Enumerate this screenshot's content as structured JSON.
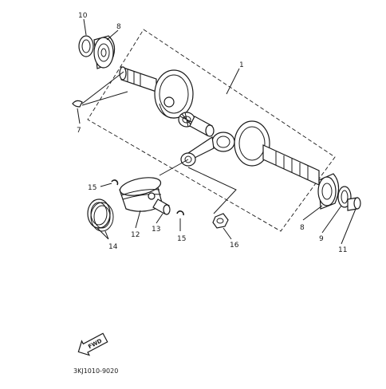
{
  "callouts": {
    "c1": "1",
    "c7": "7",
    "c8a": "8",
    "c8b": "8",
    "c9": "9",
    "c10": "10",
    "c11": "11",
    "c12": "12",
    "c13": "13",
    "c14": "14",
    "c15a": "15",
    "c15b": "15",
    "c16": "16"
  },
  "fwd_label": "FWD",
  "diagram_code": "3KJ1010-9020",
  "colors": {
    "ink": "#1a1a1a",
    "paper": "#ffffff"
  }
}
